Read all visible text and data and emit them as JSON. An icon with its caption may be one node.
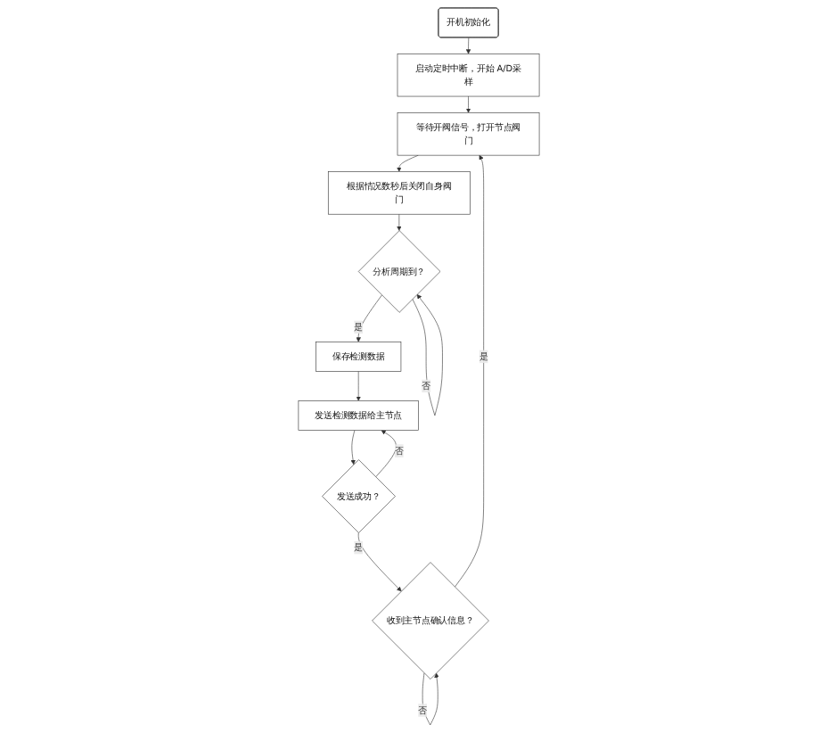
{
  "diagram": {
    "nodes": [
      {
        "text": [
          "开机初始化"
        ]
      },
      {
        "text": [
          "启动定时中断，开始 A/D采样"
        ]
      },
      {
        "text": [
          "等待开阀信号，打开节点阀门"
        ]
      },
      {
        "text": [
          "根据情况数秒后关闭自身阀门"
        ]
      },
      {
        "text": [
          "分析周期到？"
        ]
      },
      {
        "text": [
          "保存检测数据"
        ]
      },
      {
        "text": [
          "发送检测数据给主节点"
        ]
      },
      {
        "text": [
          "发送成功？"
        ]
      },
      {
        "text": [
          "收到主节点确认信息？"
        ]
      }
    ],
    "edges": [
      {
        "from": 0,
        "to": 1,
        "arrow": "to"
      },
      {
        "from": 1,
        "to": 2,
        "arrow": "to"
      },
      {
        "from": 2,
        "to": 3,
        "arrow": "to"
      },
      {
        "from": 3,
        "to": 4,
        "arrow": "to"
      },
      {
        "from": 4,
        "to": 4,
        "arrow": "to",
        "label": "否"
      },
      {
        "from": 4,
        "to": 5,
        "arrow": "to",
        "label": "是"
      },
      {
        "from": 5,
        "to": 6,
        "arrow": "to"
      },
      {
        "from": 6,
        "to": 7,
        "arrow": "to"
      },
      {
        "from": 7,
        "to": 6,
        "arrow": "to",
        "label": "否"
      },
      {
        "from": 7,
        "to": 8,
        "arrow": "to",
        "label": "是"
      },
      {
        "from": 8,
        "to": 8,
        "arrow": "to",
        "label": "否"
      },
      {
        "from": 8,
        "to": 2,
        "arrow": "to",
        "label": "是"
      }
    ]
  }
}
